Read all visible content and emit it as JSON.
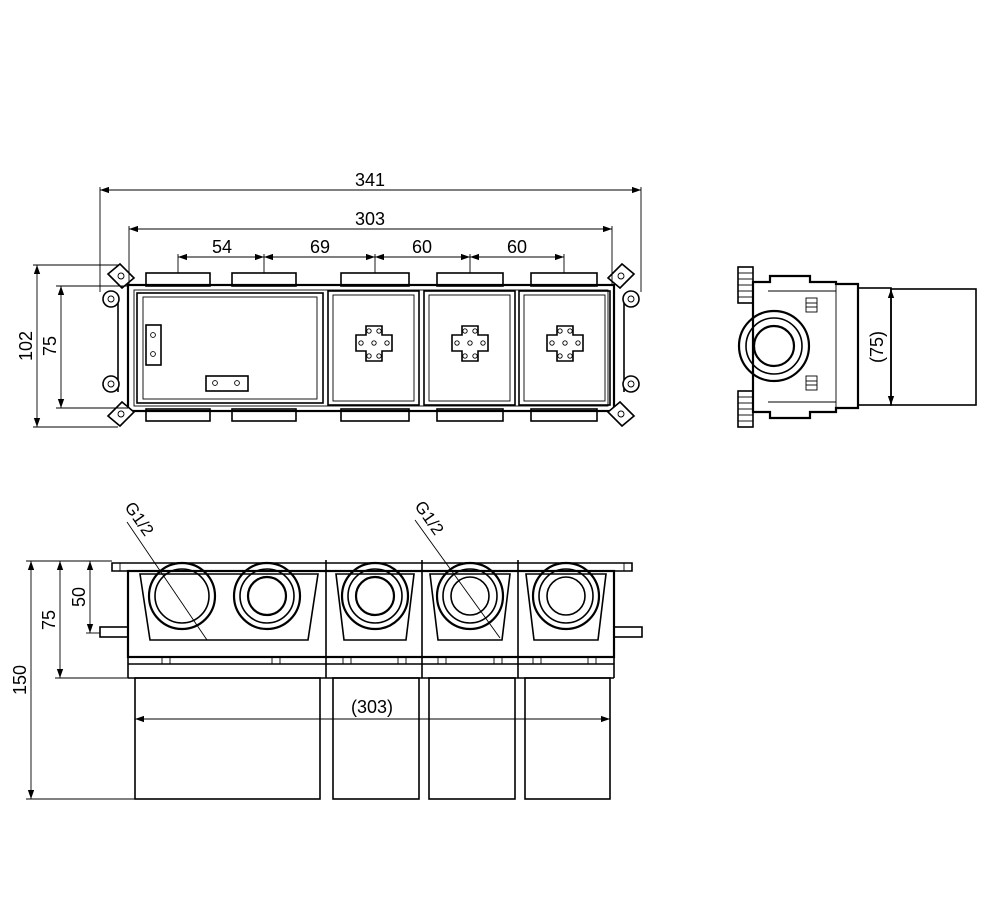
{
  "colors": {
    "line": "#000000",
    "background": "#ffffff"
  },
  "front_view": {
    "dim_overall_width": "341",
    "dim_body_width": "303",
    "dim_spacing": [
      "54",
      "69",
      "60",
      "60"
    ],
    "dim_overall_height": "102",
    "dim_body_height": "75"
  },
  "side_view": {
    "dim_depth": "(75)"
  },
  "top_view": {
    "thread_label_left": "G1/2",
    "thread_label_right": "G1/2",
    "dim_total_depth": "150",
    "dim_body_depth": "75",
    "dim_port_offset": "50",
    "dim_ref_width": "(303)"
  }
}
